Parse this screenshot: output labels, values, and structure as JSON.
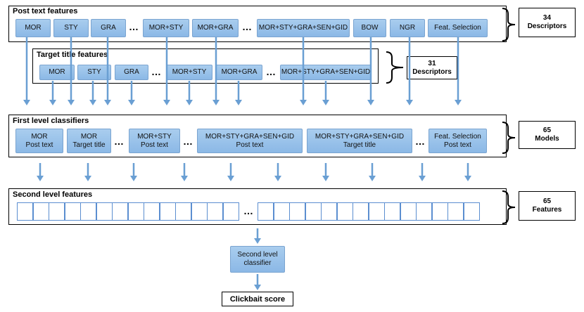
{
  "post_text": {
    "title": "Post text features",
    "items": [
      "MOR",
      "STY",
      "GRA",
      "MOR+STY",
      "MOR+GRA",
      "MOR+STY+GRA+SEN+GID",
      "BOW",
      "NGR",
      "Feat. Selection"
    ],
    "count_label": "34\nDescriptors"
  },
  "target_title": {
    "title": "Target title features",
    "items": [
      "MOR",
      "STY",
      "GRA",
      "MOR+STY",
      "MOR+GRA",
      "MOR+STY+GRA+SEN+GID"
    ],
    "count_label": "31\nDescriptors"
  },
  "first_level": {
    "title": "First level classifiers",
    "items": [
      "MOR\nPost text",
      "MOR\nTarget title",
      "MOR+STY\nPost text",
      "MOR+STY+GRA+SEN+GID\nPost text",
      "MOR+STY+GRA+SEN+GID\nTarget title",
      "Feat. Selection\nPost text"
    ],
    "count_label": "65\nModels"
  },
  "second_level": {
    "title": "Second level features",
    "count_label": "65\nFeatures"
  },
  "ellipsis": "…",
  "meta_classifier": "Second level\nclassifier",
  "output": "Clickbait score",
  "colors": {
    "box_fill": "#9fc5ec",
    "arrow": "#6a9fd3",
    "cell_border": "#5b8ed0"
  }
}
